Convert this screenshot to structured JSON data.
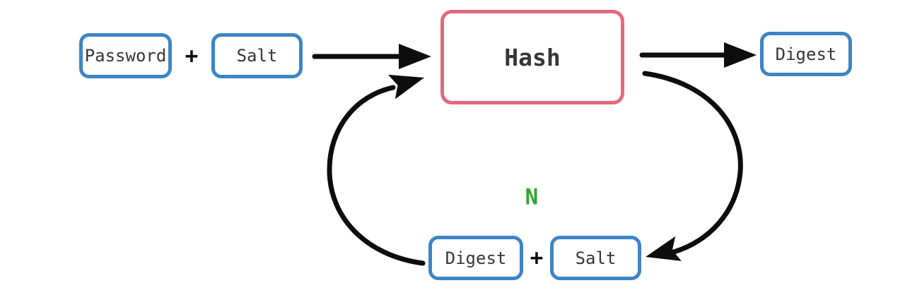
{
  "diagram": {
    "background_color": "#ffffff",
    "colors": {
      "node_border_blue": "#3d85c6",
      "hash_border_red": "#e5697b",
      "arrow_color": "#0d0d0d",
      "label_color": "#363636",
      "iteration_color": "#33a532"
    },
    "nodes": {
      "password": {
        "label": "Password"
      },
      "salt_input": {
        "label": "Salt"
      },
      "hash": {
        "label": "Hash"
      },
      "digest_output": {
        "label": "Digest"
      },
      "digest_feedback": {
        "label": "Digest"
      },
      "salt_feedback": {
        "label": "Salt"
      }
    },
    "operators": {
      "input_plus": "+",
      "feedback_plus": "+"
    },
    "iteration_label": "N"
  }
}
